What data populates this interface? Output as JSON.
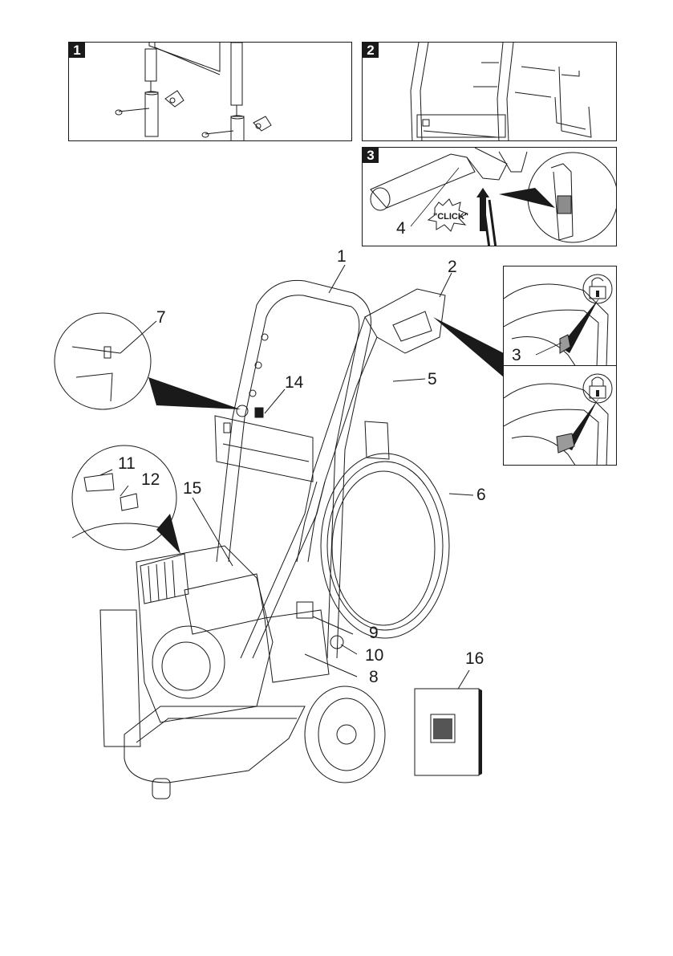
{
  "figure": {
    "panels": [
      {
        "number": "1",
        "description": "Attach upper handle frame to lower frame with bolts and star knobs"
      },
      {
        "number": "2",
        "description": "Mount hose holder hooks to frame"
      },
      {
        "number": "3",
        "description": "Connect high-pressure hose to trigger gun until it clicks"
      }
    ],
    "panel3_click_label": "\"CLICK\"",
    "callouts": {
      "c1": "1",
      "c2": "2",
      "c3": "3",
      "c4": "4",
      "c5": "5",
      "c6": "6",
      "c7": "7",
      "c8": "8",
      "c9": "9",
      "c10": "10",
      "c11": "11",
      "c12": "12",
      "c14": "14",
      "c15": "15",
      "c16": "16"
    },
    "lock_states": [
      "unlocked",
      "locked"
    ],
    "colors": {
      "line": "#1a1a1a",
      "fill_gray": "#9a9a9a",
      "background": "#ffffff"
    }
  }
}
